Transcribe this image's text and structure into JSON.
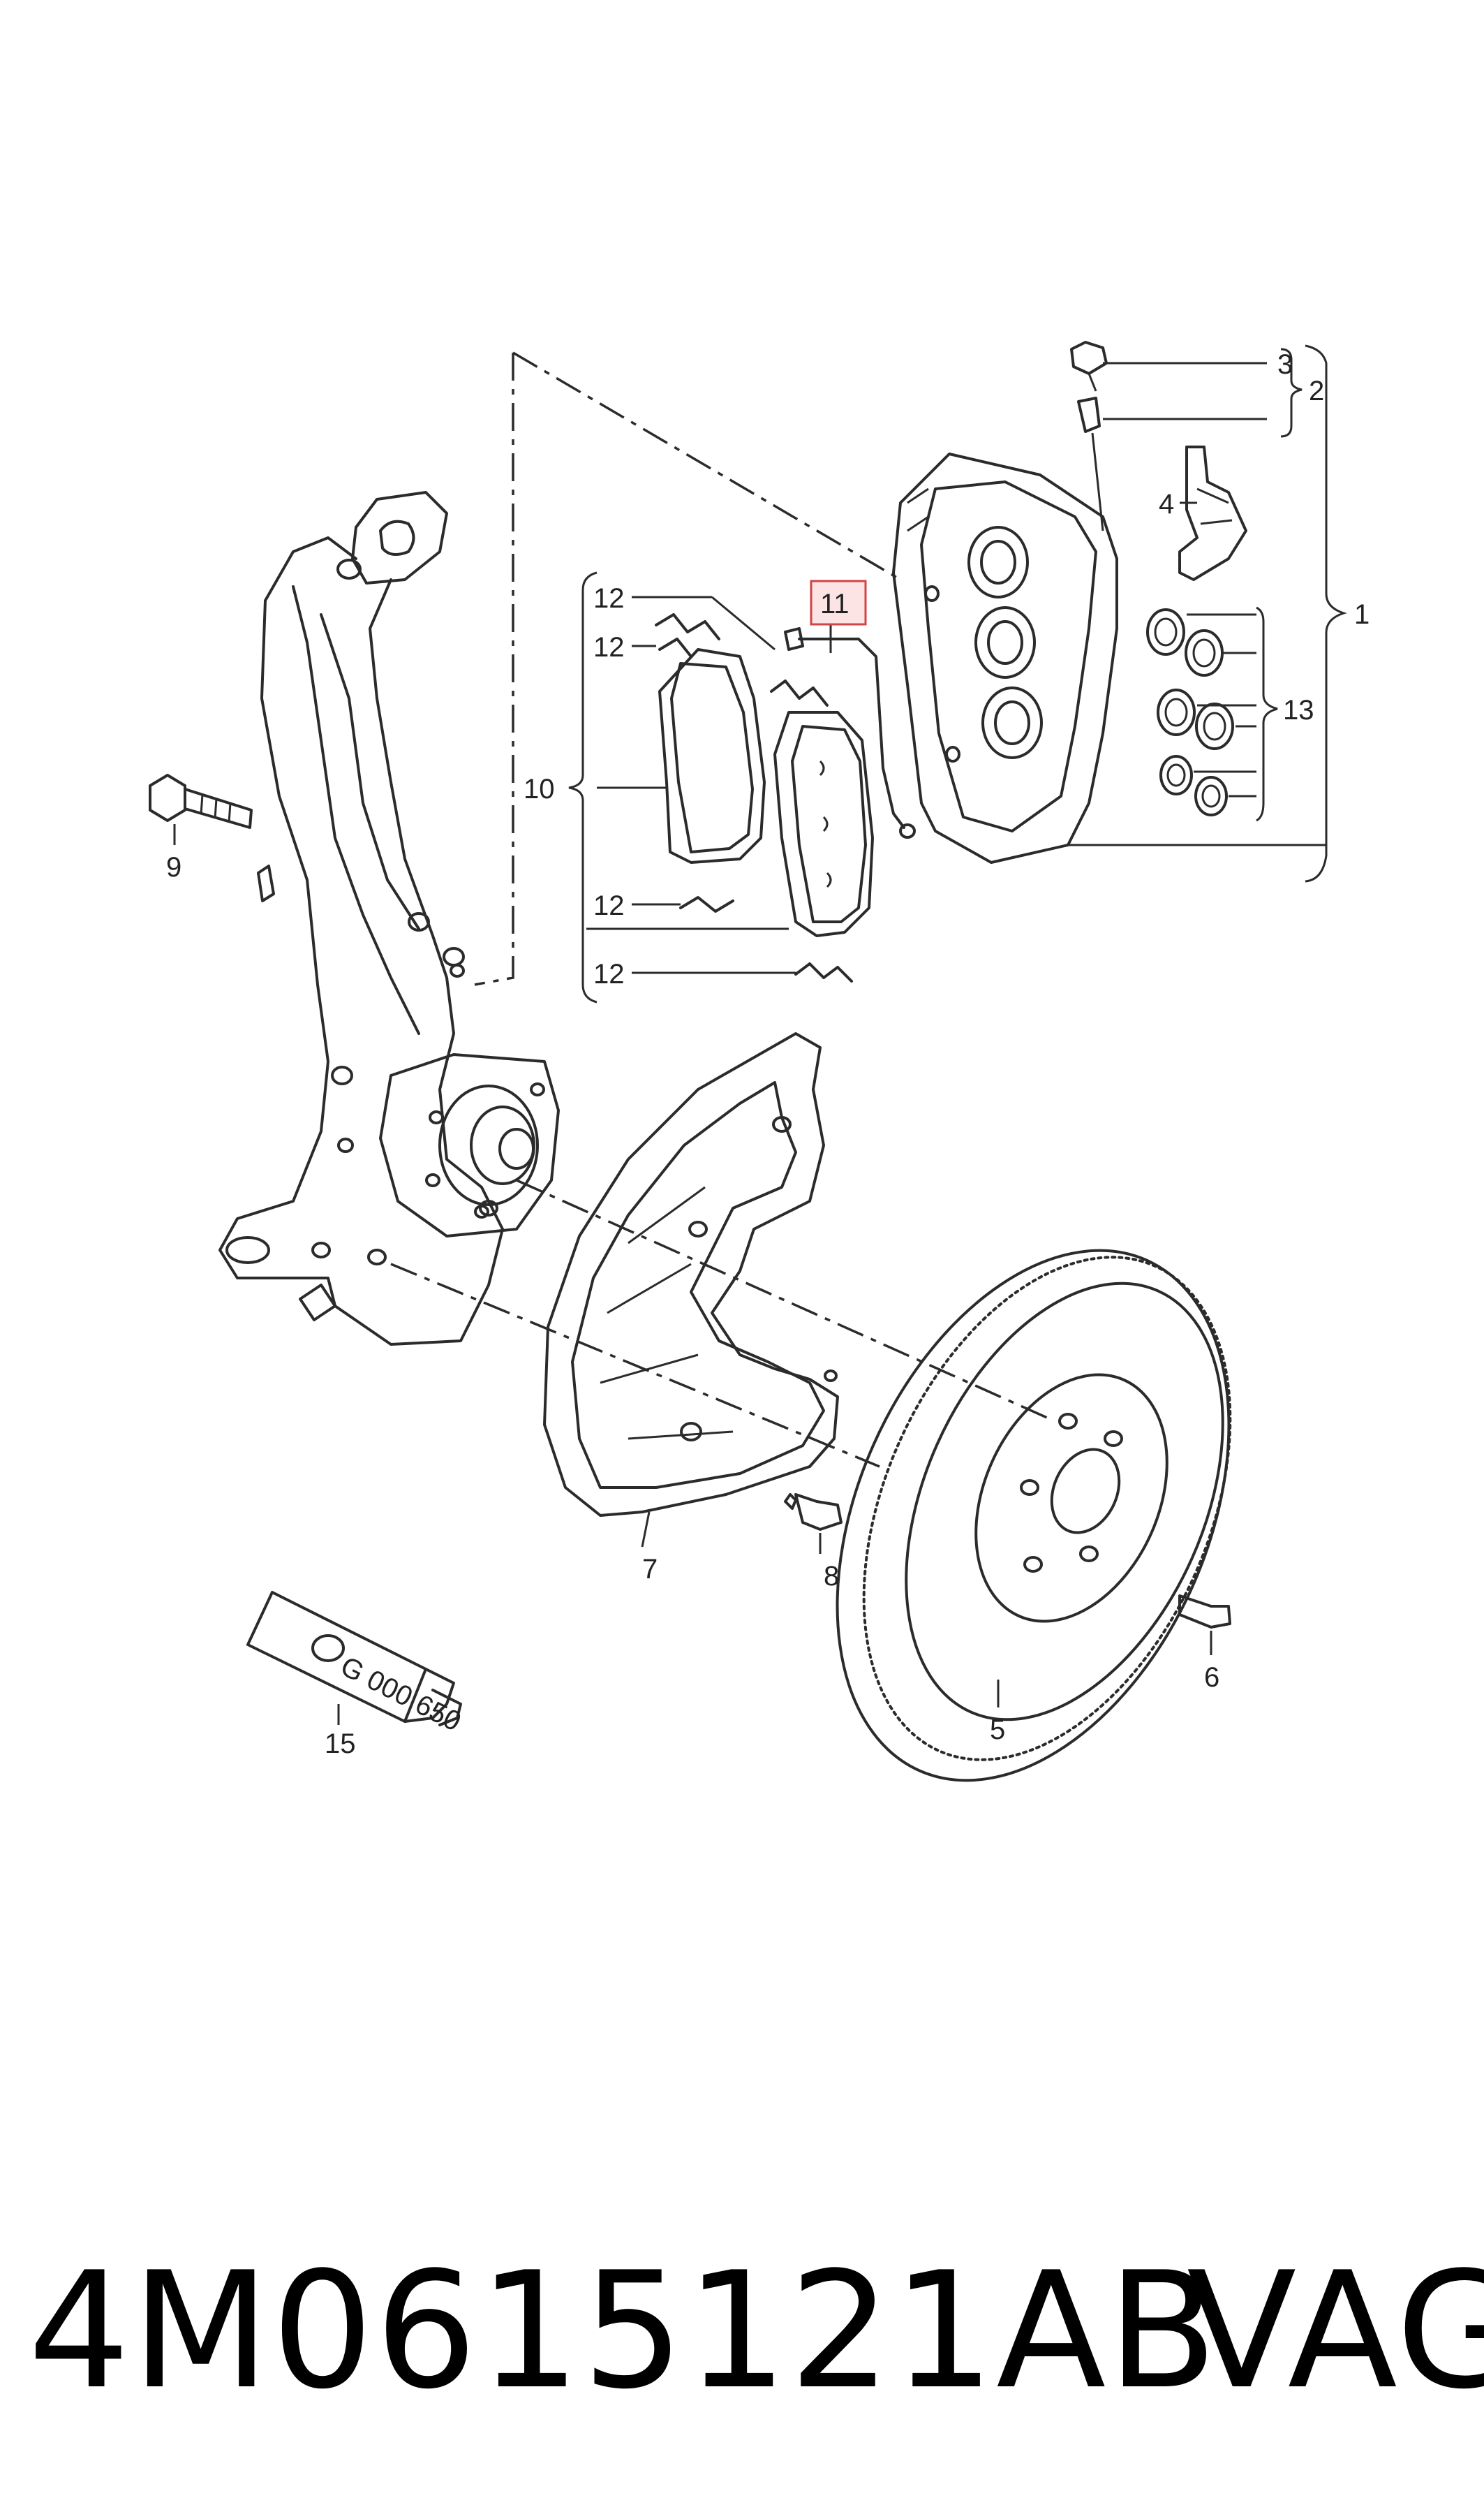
{
  "callouts": {
    "c1": "1",
    "c2": "2",
    "c3": "3",
    "c4": "4",
    "c5": "5",
    "c6": "6",
    "c7": "7",
    "c8": "8",
    "c9": "9",
    "c10": "10",
    "c11": "11",
    "c12a": "12",
    "c12b": "12",
    "c12c": "12",
    "c12d": "12",
    "c13": "13",
    "c15": "15"
  },
  "tube_label": "G 000 650",
  "highlight": {
    "callout": "11",
    "color": "#d04545",
    "fill": "#fde4e4"
  },
  "footer": {
    "part_number": "4M0615121AB",
    "brand": "VAG"
  }
}
